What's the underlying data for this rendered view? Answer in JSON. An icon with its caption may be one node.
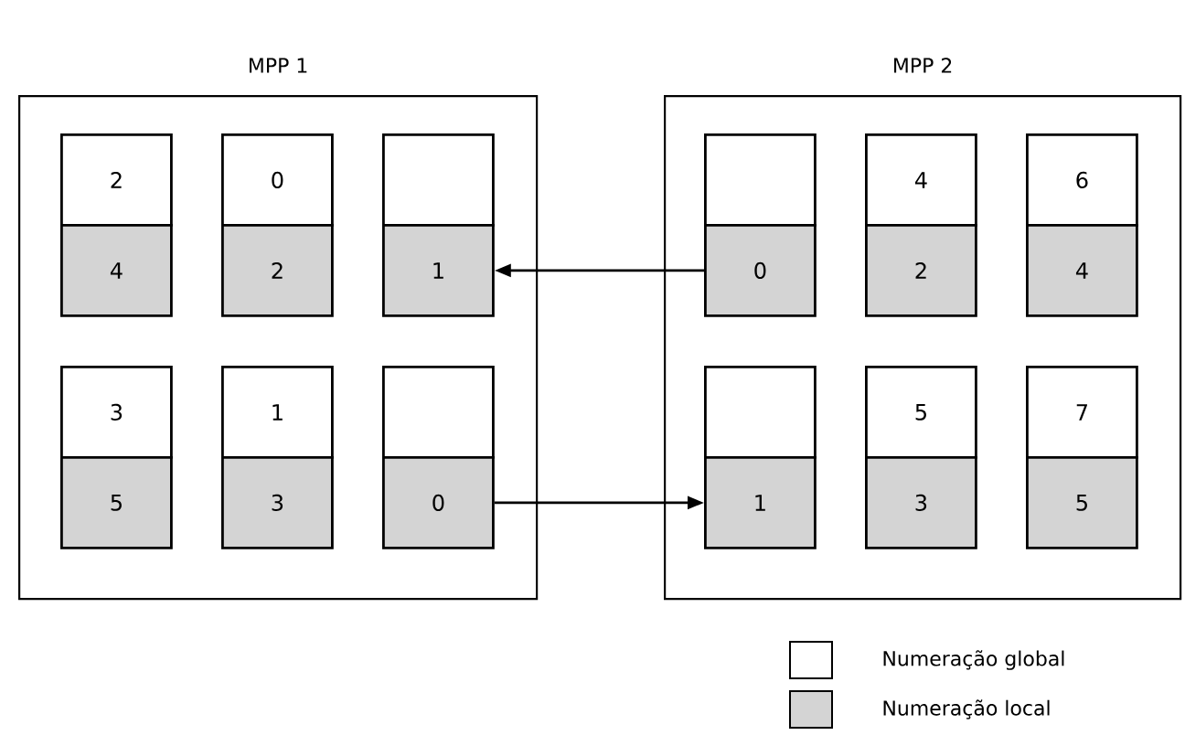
{
  "diagram": {
    "nodes": [
      {
        "text": [
          "MPP 1"
        ]
      },
      {
        "text": [
          "2"
        ],
        "in": 0
      },
      {
        "text": [
          "4"
        ],
        "in": 0
      },
      {
        "text": [
          "0"
        ],
        "in": 0
      },
      {
        "text": [
          "2"
        ],
        "in": 0
      },
      {
        "text": [],
        "shape": "box",
        "in": 0
      },
      {
        "text": [
          "1"
        ],
        "in": 0
      },
      {
        "text": [
          "3"
        ],
        "in": 0
      },
      {
        "text": [
          "5"
        ],
        "in": 0
      },
      {
        "text": [
          "1"
        ],
        "in": 0
      },
      {
        "text": [
          "3"
        ],
        "in": 0
      },
      {
        "text": [],
        "shape": "box",
        "in": 0
      },
      {
        "text": [
          "0"
        ],
        "in": 0
      },
      {
        "text": [
          "MPP 2"
        ]
      },
      {
        "text": [],
        "shape": "box",
        "in": 13
      },
      {
        "text": [
          "0"
        ],
        "in": 13
      },
      {
        "text": [
          "4"
        ],
        "in": 13
      },
      {
        "text": [
          "2"
        ],
        "in": 13
      },
      {
        "text": [
          "6"
        ],
        "in": 13
      },
      {
        "text": [
          "4"
        ],
        "in": 13
      },
      {
        "text": [],
        "shape": "box",
        "in": 13
      },
      {
        "text": [
          "1"
        ],
        "in": 13
      },
      {
        "text": [
          "5"
        ],
        "in": 13
      },
      {
        "text": [
          "3"
        ],
        "in": 13
      },
      {
        "text": [
          "7"
        ],
        "in": 13
      },
      {
        "text": [
          "5"
        ],
        "in": 13
      }
    ],
    "edges": [
      {
        "from": 15,
        "to": 6,
        "arrow": "to"
      },
      {
        "from": 12,
        "to": 21,
        "arrow": "to"
      }
    ],
    "legend": [
      {
        "text": "Numeração global"
      },
      {
        "text": "Numeração local",
        "color": "#d4d4d4"
      }
    ]
  }
}
